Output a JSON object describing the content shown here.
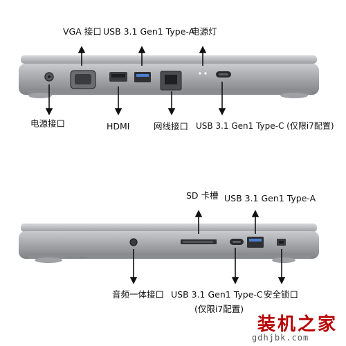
{
  "top_view": {
    "labels": {
      "vga": "VGA 接口",
      "usb_a": "USB 3.1 Gen1 Type-A",
      "power_led": "电源灯",
      "power_port": "电源接口",
      "hdmi": "HDMI",
      "lan": "网线接口",
      "usb_c": "USB 3.1 Gen1 Type-C (仅限i7配置)"
    }
  },
  "bottom_view": {
    "labels": {
      "sd": "SD 卡槽",
      "usb_a": "USB 3.1 Gen1 Type-A",
      "audio": "音频一体接口",
      "usb_c_line1": "USB 3.1 Gen1 Type-C",
      "usb_c_line2": "(仅限i7配置)",
      "lock": "安全锁口"
    }
  },
  "watermark": {
    "site_name": "装机之家",
    "url": "gdhjbk.com"
  },
  "colors": {
    "chassis": "#9a9ca0",
    "chassis_dark": "#6e7074",
    "port": "#3a3b3e",
    "watermark": "#b80000"
  }
}
